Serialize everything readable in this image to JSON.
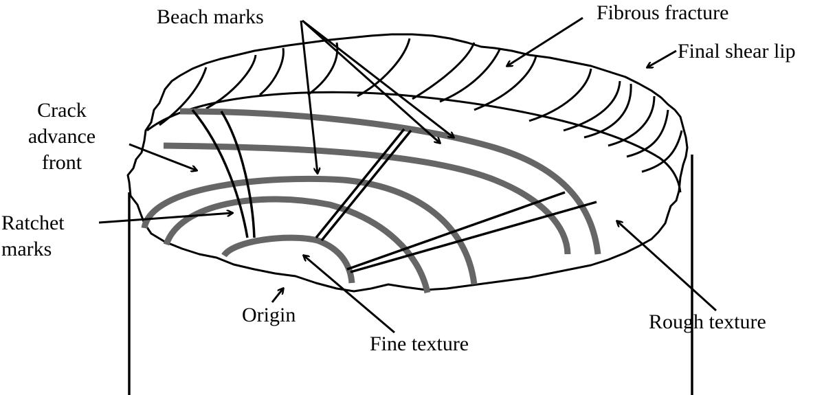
{
  "labels": {
    "beach_marks": "Beach marks",
    "fibrous_fracture": "Fibrous fracture",
    "final_shear_lip": "Final shear lip",
    "crack_advance_front_line1": "Crack",
    "crack_advance_front_line2": "advance",
    "crack_advance_front_line3": "front",
    "ratchet_marks_line1": "Ratchet",
    "ratchet_marks_line2": "marks",
    "origin": "Origin",
    "fine_texture": "Fine texture",
    "rough_texture": "Rough texture"
  },
  "colors": {
    "outline": "#000000",
    "beach_mark": "#666666",
    "background": "#ffffff"
  }
}
